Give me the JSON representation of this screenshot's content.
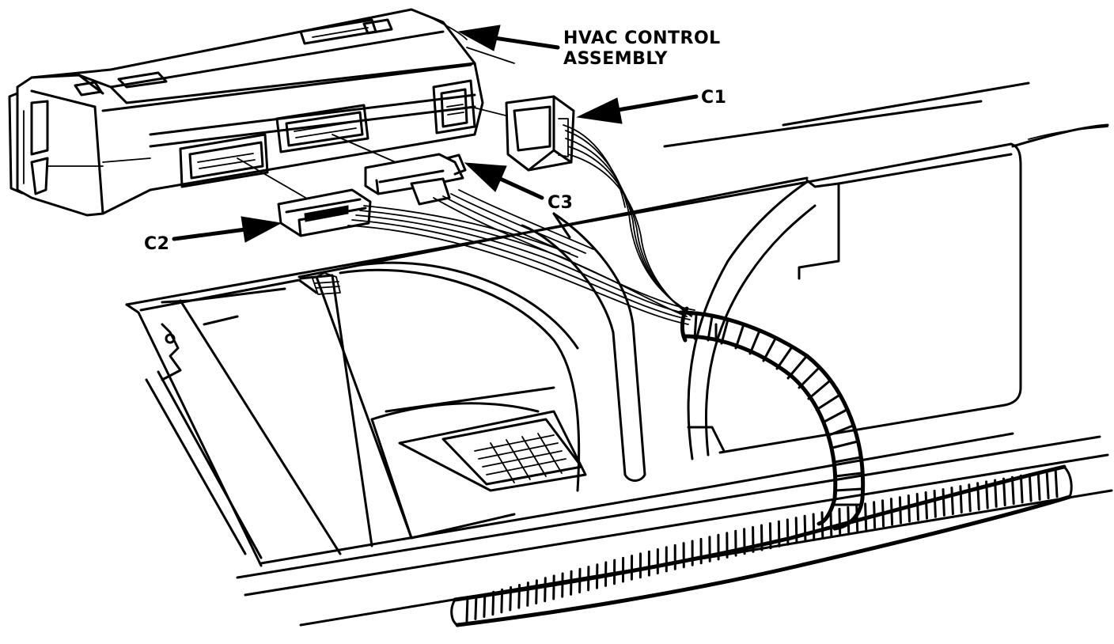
{
  "labels": {
    "hvac_line1": "HVAC CONTROL",
    "hvac_line2": "ASSEMBLY",
    "c1": "C1",
    "c2": "C2",
    "c3": "C3"
  },
  "colors": {
    "ink": "#000000",
    "paper": "#ffffff"
  }
}
